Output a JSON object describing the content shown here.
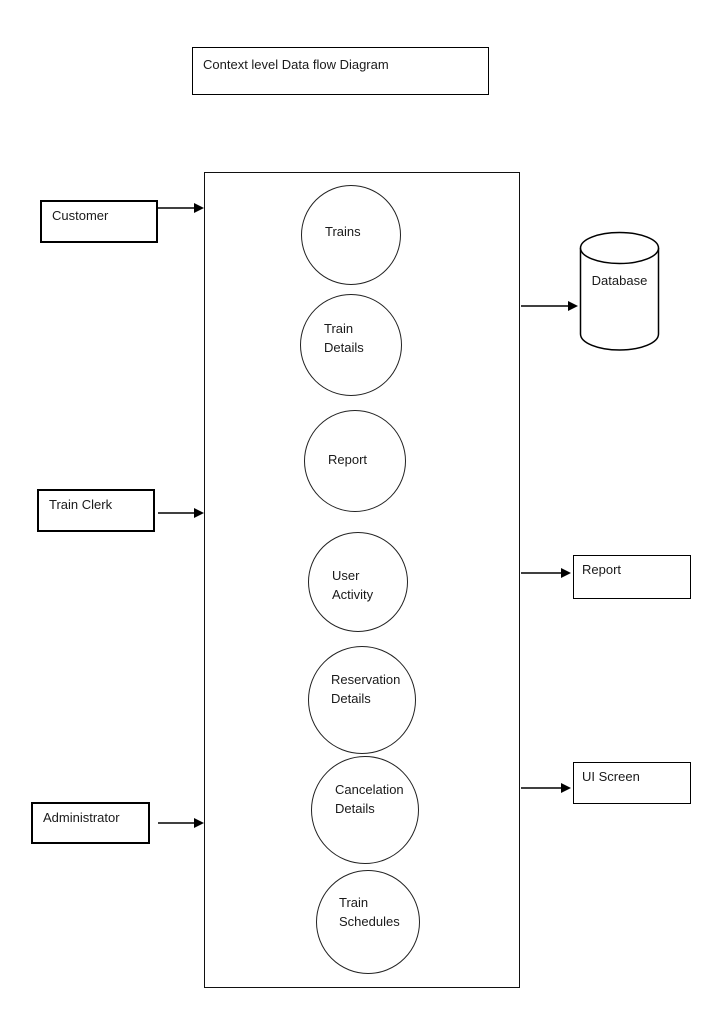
{
  "diagram": {
    "title": "Context level Data flow Diagram",
    "entities": [
      {
        "label": "Customer"
      },
      {
        "label": "Train Clerk"
      },
      {
        "label": "Administrator"
      }
    ],
    "processes": [
      {
        "line1": "Trains"
      },
      {
        "line1": "Train",
        "line2": "Details"
      },
      {
        "line1": "Report"
      },
      {
        "line1": "User",
        "line2": "Activity"
      },
      {
        "line1": "Reservation",
        "line2": "Details"
      },
      {
        "line1": "Cancelation",
        "line2": "Details"
      },
      {
        "line1": "Train",
        "line2": "Schedules"
      }
    ],
    "data_store": {
      "label": "Database"
    },
    "sinks": [
      {
        "label": "Report"
      },
      {
        "label": "UI Screen"
      }
    ],
    "colors": {
      "line": "#000000",
      "background": "#ffffff",
      "text": "#1a1a1a"
    }
  }
}
